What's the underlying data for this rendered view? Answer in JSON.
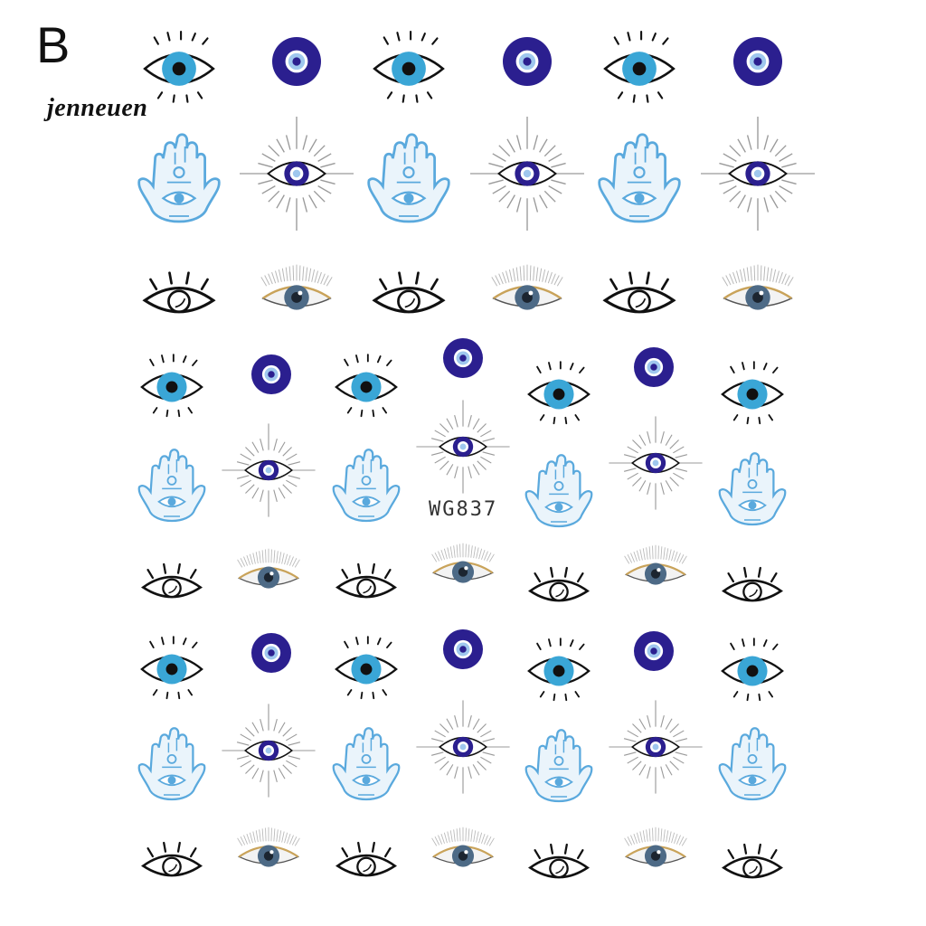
{
  "header": {
    "variant": "B",
    "brand": "jenneuen"
  },
  "sheet": {
    "code": "WG837"
  },
  "colors": {
    "nazar_dark": "#2b1f8f",
    "nazar_light": "#9fc7ee",
    "iris_blue": "#3aa6d6",
    "iris_grey": "#4d6a86",
    "hamsa_blue": "#5aa9dd",
    "line": "#111111",
    "ray": "#9a9a9a",
    "gold": "#c9a35a"
  },
  "motif_types": [
    "lashed-eye",
    "nazar-bead",
    "hamsa-hand",
    "radiant-eye",
    "outline-eye",
    "realistic-eye"
  ]
}
